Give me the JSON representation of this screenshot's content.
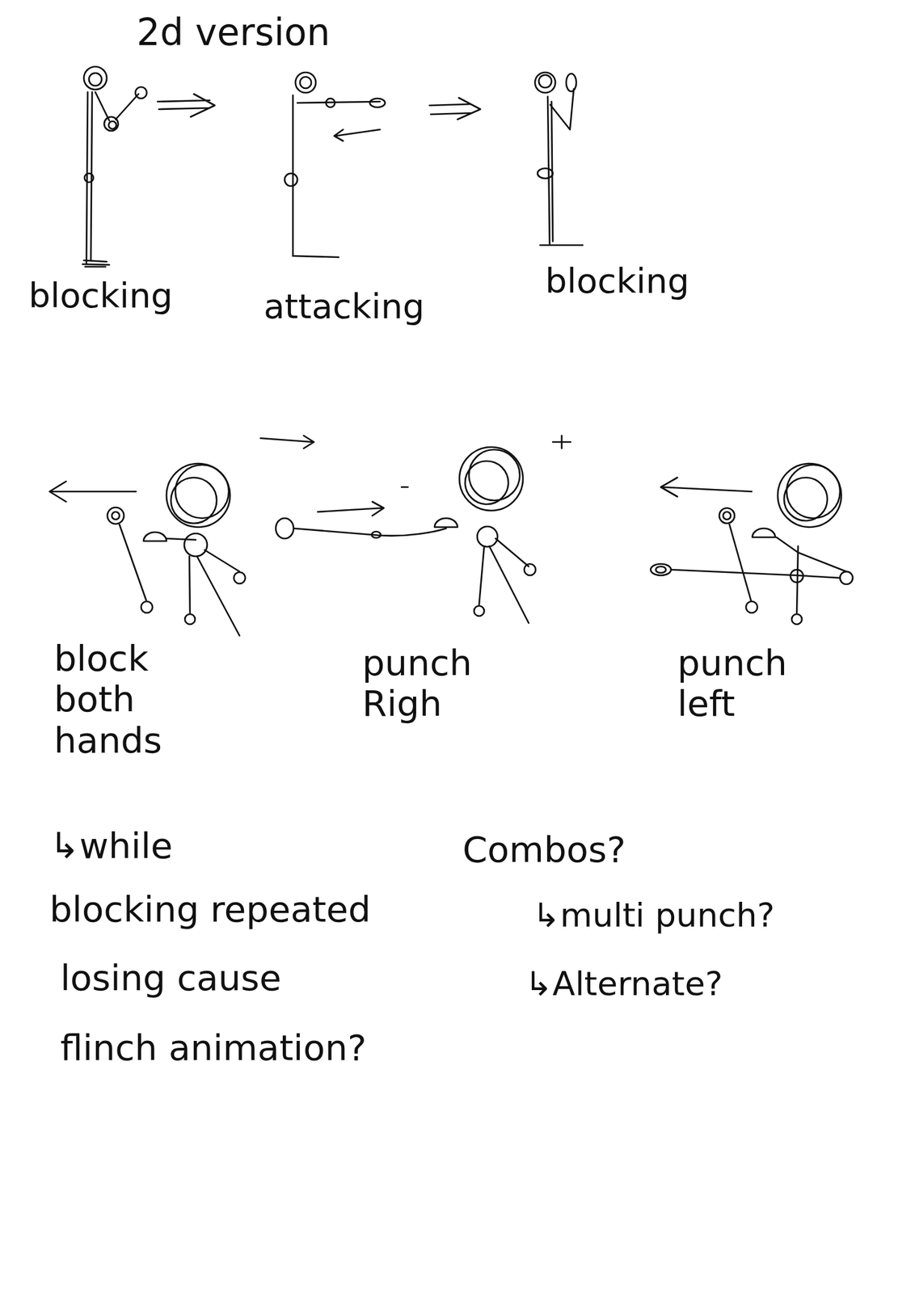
{
  "diagram": {
    "title": "2d version",
    "labels": [
      "blocking",
      "attacking",
      "blocking",
      "block both hands",
      "punch Righ",
      "punch left",
      "↳while",
      "blocking repeated",
      "losing cause",
      "flinch animation?",
      "Combos?",
      "↳multi punch?",
      "↳Alternate?"
    ]
  }
}
